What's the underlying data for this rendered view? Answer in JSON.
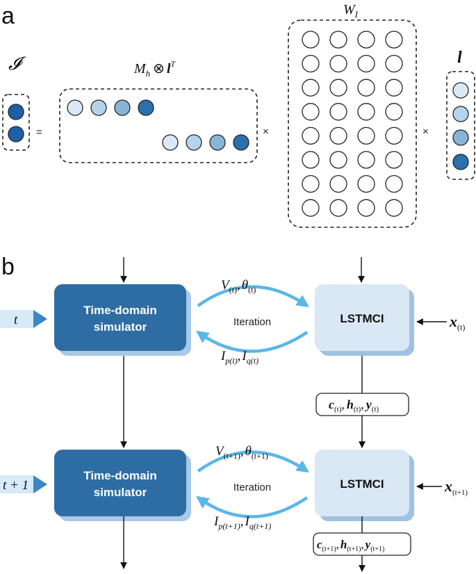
{
  "panel_a": {
    "label": "a",
    "symbol_I": "𝓘",
    "equals": "=",
    "times": "×",
    "mh_main": "M",
    "mh_sub": "h",
    "otimes": "⊗",
    "l_bold": "l",
    "transpose": "T",
    "wi_main": "W",
    "wi_sub": "I",
    "vector_l": "l",
    "colors": {
      "c1": "#dbe9f6",
      "c2": "#b6d3ec",
      "c3": "#88b4d6",
      "c4": "#2a70ad",
      "dark": "#1f5fa8",
      "empty": "#ffffff"
    }
  },
  "panel_b": {
    "label": "b",
    "sim_line1": "Time-domain",
    "sim_line2": "simulator",
    "lstm_label": "LSTMCI",
    "iteration": "Iteration",
    "t_label": "t",
    "t1_label": "t + 1",
    "row1": {
      "v": "V",
      "theta": "θ",
      "sub": "(t)",
      "comma": ",",
      "ip": "I",
      "ip_sub": "p(t)",
      "iq": "I",
      "iq_sub": "q(t)",
      "x": "x",
      "x_sub": "(t)",
      "c": "c",
      "h": "h",
      "y": "y",
      "state_sub": "(t)"
    },
    "row2": {
      "v": "V",
      "theta": "θ",
      "sub": "(t+1)",
      "comma": ",",
      "ip": "I",
      "ip_sub": "p(t+1)",
      "iq": "I",
      "iq_sub": "q(t+1)",
      "x": "x",
      "x_sub": "(t+1)",
      "c": "c",
      "h": "h",
      "y": "y",
      "state_sub": "(t+1)"
    },
    "colors": {
      "sim": "#2e6da4",
      "sim_shadow": "#a9c9e6",
      "lstm": "#dae8f5",
      "lstm_shadow": "#9fc2e2",
      "arrow": "#5bb7e6",
      "t_tab": "#d6eaf8",
      "t_tip": "#3a87c4"
    }
  }
}
